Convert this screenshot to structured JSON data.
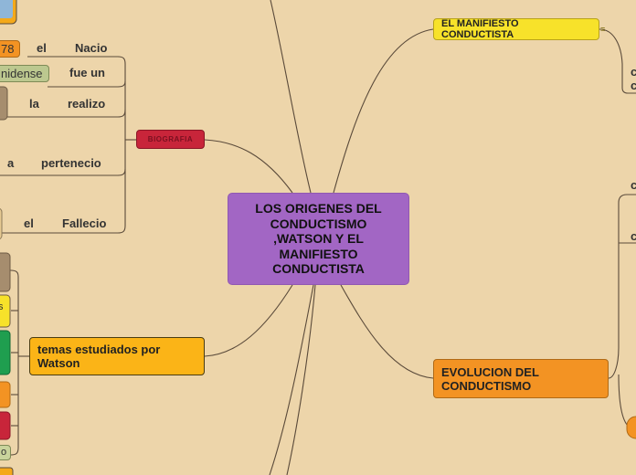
{
  "central_topic": "LOS ORIGENES DEL CONDUCTISMO ,WATSON Y EL MANIFIESTO CONDUCTISTA",
  "branches": {
    "manifiesto": "EL MANIFIESTO CONDUCTISTA",
    "biografia": "BIOGRAFIA",
    "temas": "temas estudiados por Watson",
    "evolucion": "EVOLUCION DEL CONDUCTISMO"
  },
  "biografia_items": [
    {
      "prep": "el",
      "verb": "Nacio",
      "value_fragment": "78"
    },
    {
      "prep": "",
      "verb": "fue un",
      "value_fragment": "nidense"
    },
    {
      "prep": "la",
      "verb": "realizo",
      "value_fragment": ""
    },
    {
      "prep": "a",
      "verb": "pertenecio",
      "value_fragment": ""
    },
    {
      "prep": "el",
      "verb": "Fallecio",
      "value_fragment": ""
    }
  ],
  "temas_fragments": [
    "s",
    "o"
  ],
  "right_fragments": [
    "c",
    "c",
    "c",
    "c"
  ],
  "icons": {
    "manifiesto_notes": "notes-icon"
  },
  "colors": {
    "background": "#edd5aa",
    "central": "#a266c4",
    "manifiesto": "#f7e22a",
    "biografia": "#c8253a",
    "temas": "#fbb417",
    "evolucion": "#f39323",
    "connector": "#5a4a3a"
  }
}
